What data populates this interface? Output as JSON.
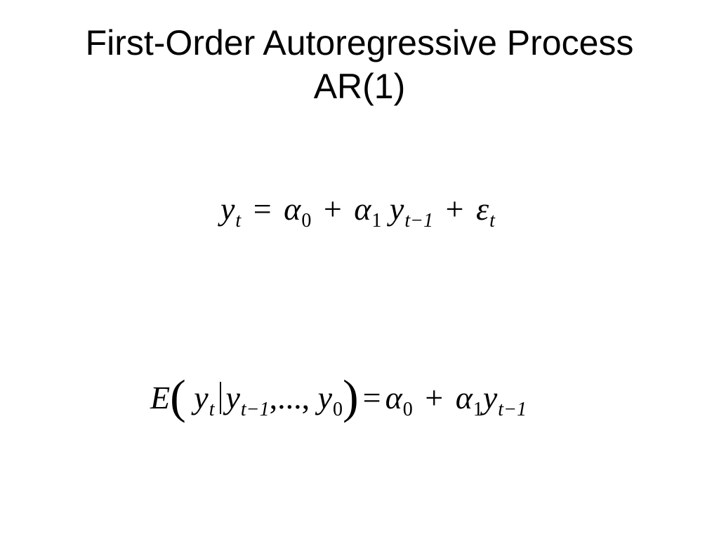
{
  "slide": {
    "title_line1": "First-Order Autoregressive Process",
    "title_line2": "AR(1)"
  },
  "equation1": {
    "y": "y",
    "t": "t",
    "eq": "=",
    "alpha": "α",
    "zero": "0",
    "plus": "+",
    "one": "1",
    "t_minus_1": "t−1",
    "epsilon": "ε"
  },
  "equation2": {
    "E": "E",
    "lparen": "(",
    "rparen": ")",
    "y": "y",
    "t": "t",
    "t_minus_1": "t−1",
    "ellipsis": ",...,",
    "zero": "0",
    "eq": "=",
    "alpha": "α",
    "plus": "+",
    "one": "1"
  }
}
